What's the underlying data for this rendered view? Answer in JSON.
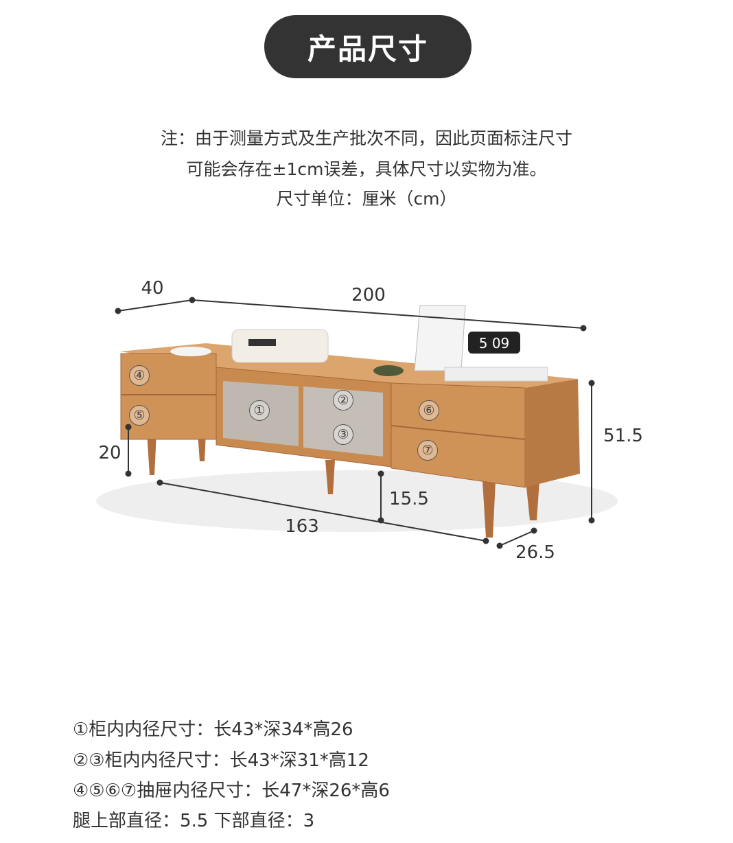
{
  "title": "产品尺寸",
  "notes": [
    "注：由于测量方式及生产批次不同，因此页面标注尺寸",
    "可能会存在±1cm误差，具体尺寸以实物为准。",
    "尺寸单位：厘米（cm）"
  ],
  "dimensions": {
    "depth": "40",
    "total_width": "200",
    "total_height": "51.5",
    "leg_height": "20",
    "inner_leg_width": "163",
    "clearance": "15.5",
    "inner_leg_depth": "26.5"
  },
  "compartment_labels": [
    "①",
    "②",
    "③",
    "④",
    "⑤",
    "⑥",
    "⑦"
  ],
  "clock_display": "5 09",
  "specs": [
    "①柜内内径尺寸：长43*深34*高26",
    "②③柜内内径尺寸：长43*深31*高12",
    "④⑤⑥⑦抽屉内径尺寸：长47*深26*高6",
    "腿上部直径：5.5 下部直径：3"
  ],
  "colors": {
    "wood": "#c98a4f",
    "wood_dark": "#a8673a",
    "pill": "#333333"
  }
}
